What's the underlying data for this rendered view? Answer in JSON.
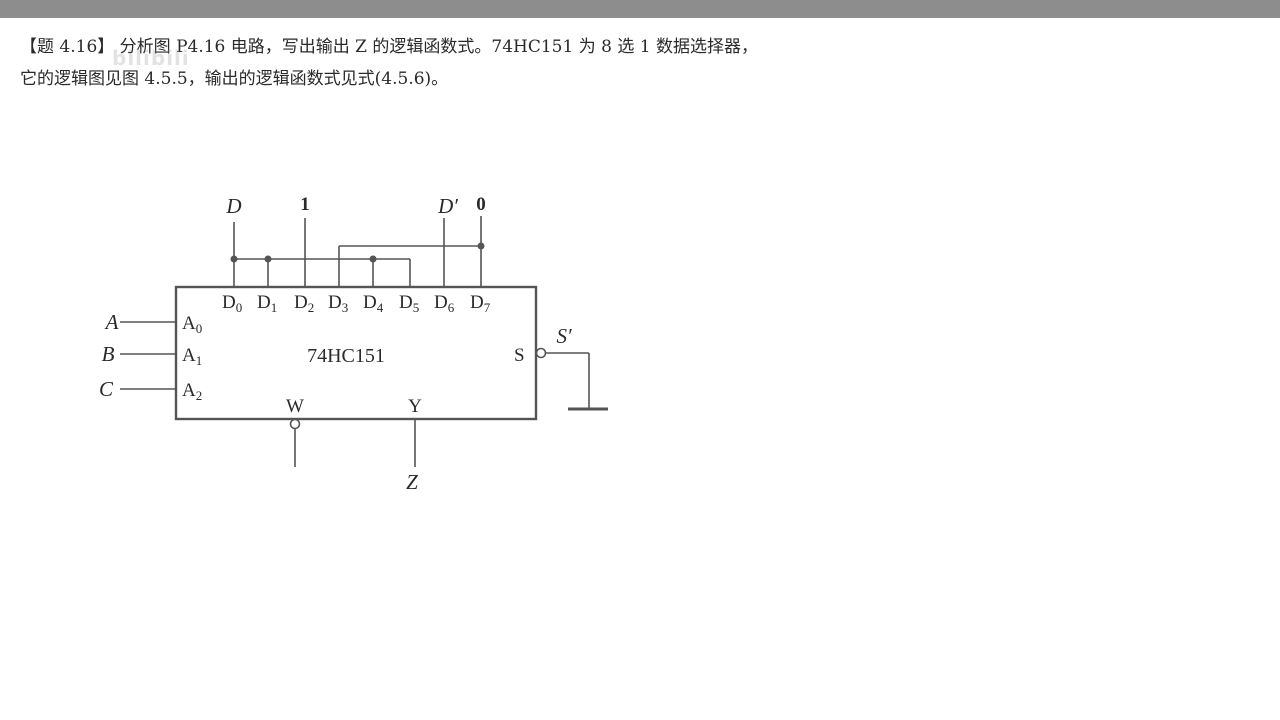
{
  "header": {
    "bar_color": "#8d8d8d"
  },
  "problem": {
    "line1": "【题 4.16】 分析图 P4.16 电路，写出输出 Z 的逻辑函数式。74HC151 为 8 选 1 数据选择器，",
    "line2": "它的逻辑图见图 4.5.5，输出的逻辑函数式见式(4.5.6)。",
    "watermark": "bilibili"
  },
  "circuit": {
    "chip_label": "74HC151",
    "top_inputs": {
      "d": "D",
      "one": "1",
      "d_prime": "D′",
      "zero": "0"
    },
    "data_pins": [
      "D",
      "D",
      "D",
      "D",
      "D",
      "D",
      "D",
      "D"
    ],
    "data_pin_subs": [
      "0",
      "1",
      "2",
      "3",
      "4",
      "5",
      "6",
      "7"
    ],
    "address_pins": [
      "A",
      "A",
      "A"
    ],
    "address_pin_subs": [
      "0",
      "1",
      "2"
    ],
    "address_signals": [
      "A",
      "B",
      "C"
    ],
    "enable_pin": "S",
    "enable_signal": "S′",
    "output_w": "W",
    "output_y": "Y",
    "output_signal": "Z"
  }
}
